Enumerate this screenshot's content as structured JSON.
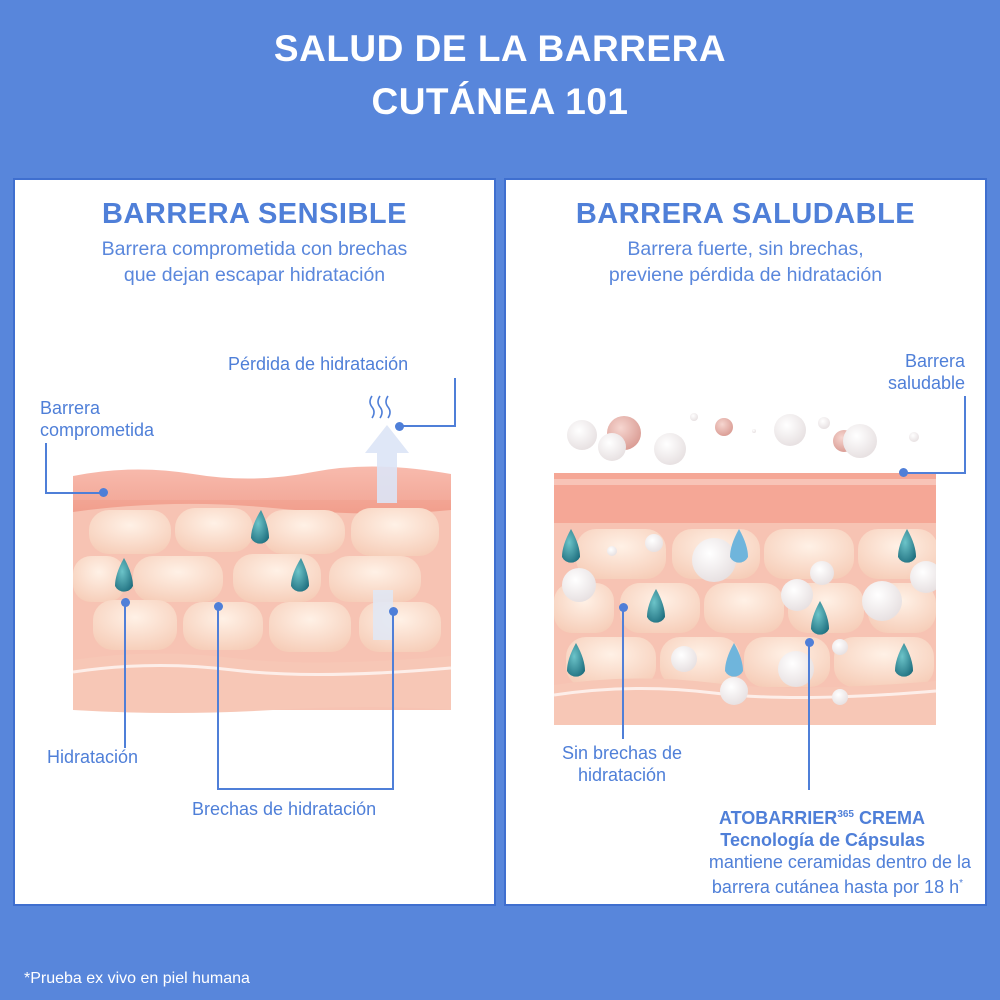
{
  "header": {
    "title_line1": "SALUD DE LA BARRERA",
    "title_line2": "CUTÁNEA 101"
  },
  "left_panel": {
    "heading": "BARRERA SENSIBLE",
    "subtitle_line1": "Barrera comprometida con brechas",
    "subtitle_line2": "que dejan escapar hidratación",
    "labels": {
      "water_loss": "Pérdida de hidratación",
      "compromised_line1": "Barrera",
      "compromised_line2": "comprometida",
      "hydration": "Hidratación",
      "gaps": "Brechas de hidratación"
    }
  },
  "right_panel": {
    "heading": "BARRERA SALUDABLE",
    "subtitle_line1": "Barrera fuerte, sin brechas,",
    "subtitle_line2": "previene pérdida de hidratación",
    "labels": {
      "healthy_line1": "Barrera",
      "healthy_line2": "saludable",
      "no_gaps_line1": "Sin brechas de",
      "no_gaps_line2": "hidratación",
      "product_name": "ATOBARRIER",
      "product_sup": "365",
      "product_suffix": " CREMA",
      "tech": "Tecnología de Cápsulas",
      "desc_line1": "mantiene ceramidas dentro de la",
      "desc_line2": "barrera cutánea hasta por 18 h",
      "desc_mark": "*"
    }
  },
  "footnote": "*Prueba ex vivo en piel humana",
  "colors": {
    "background": "#5886db",
    "accent": "#4f7fd8",
    "skin": "#f4a999",
    "cell": "#fbdcc9",
    "droplet": "#2f8ea0"
  }
}
